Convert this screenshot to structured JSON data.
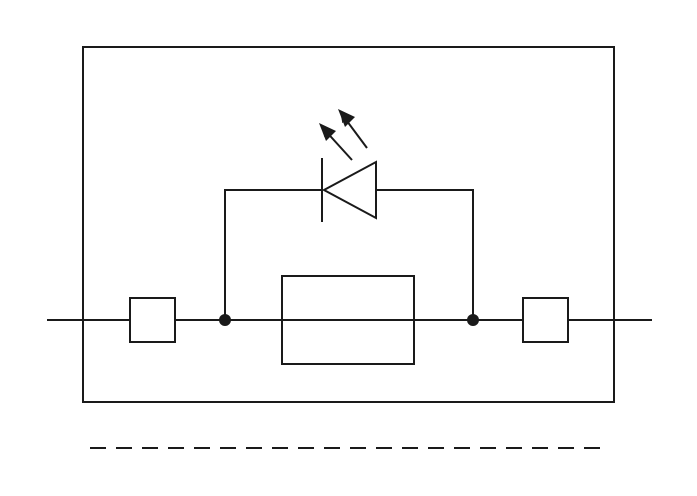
{
  "diagram": {
    "type": "electrical-terminal-block-symbol",
    "components": [
      {
        "name": "terminal-left",
        "kind": "connection-terminal"
      },
      {
        "name": "junction-left",
        "kind": "junction-node"
      },
      {
        "name": "fuse",
        "kind": "fuse"
      },
      {
        "name": "junction-right",
        "kind": "junction-node"
      },
      {
        "name": "terminal-right",
        "kind": "connection-terminal"
      },
      {
        "name": "led",
        "kind": "light-emitting-diode",
        "parallel_to": "fuse"
      }
    ],
    "colors": {
      "line": "#1a1a1a",
      "background": "#ffffff"
    },
    "dashed_line_below": true
  }
}
